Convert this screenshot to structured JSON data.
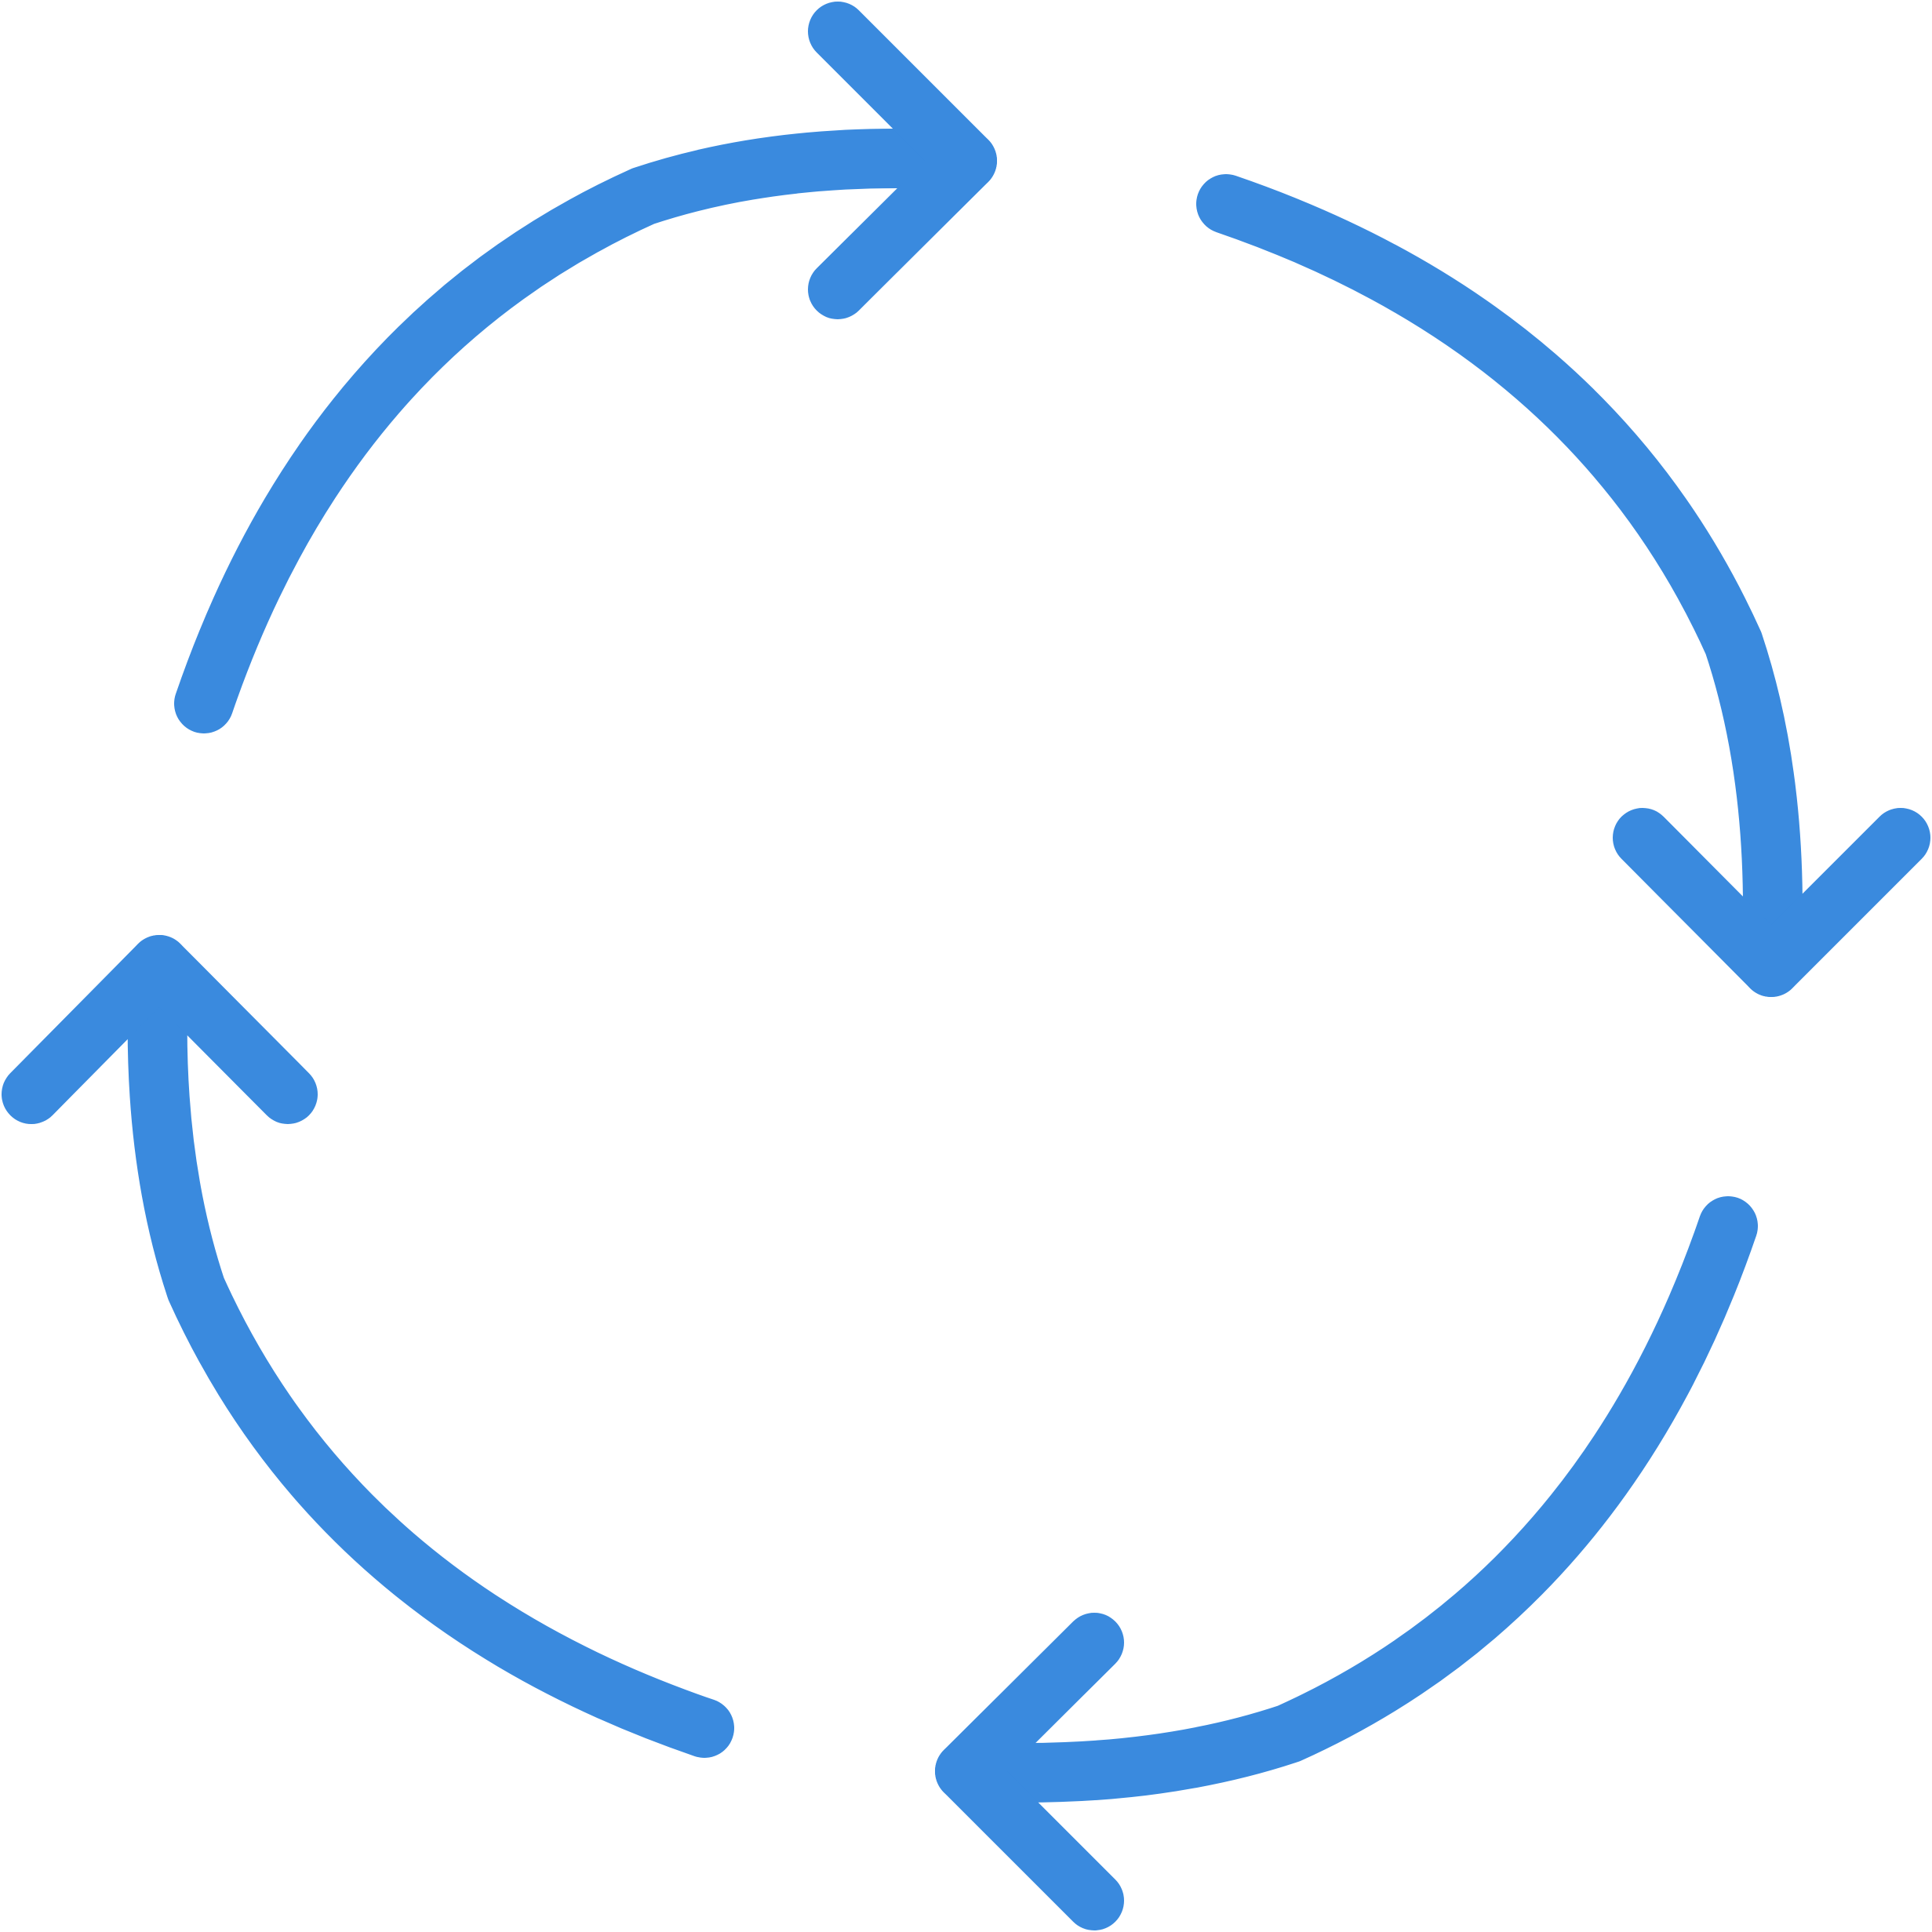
{
  "icon": {
    "name": "refresh-cycle",
    "color": "#3a8ade",
    "background": "#ffffff",
    "arrows": [
      {
        "id": "top",
        "direction": "right"
      },
      {
        "id": "right",
        "direction": "down"
      },
      {
        "id": "bottom",
        "direction": "left"
      },
      {
        "id": "left",
        "direction": "up"
      }
    ]
  }
}
